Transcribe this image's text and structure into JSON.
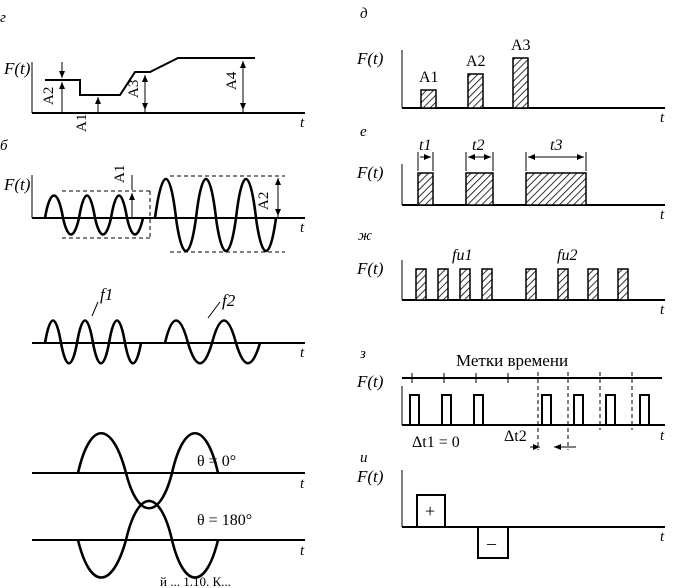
{
  "panels": {
    "g": {
      "letter": "г",
      "ylabel": "F(t)",
      "t": "t",
      "levels": [
        "A2",
        "A1",
        "A3",
        "A4"
      ]
    },
    "b": {
      "letter": "б",
      "ylabel": "F(t)",
      "t": "t",
      "levels": [
        "A1",
        "A2"
      ]
    },
    "v": {
      "ylabel": "",
      "t": "t",
      "freqs": [
        "f1",
        "f2"
      ]
    },
    "phase": {
      "t": "t",
      "label_0": "θ = 0°",
      "label_180": "θ = 180°"
    },
    "d": {
      "letter": "д",
      "ylabel": "F(t)",
      "t": "t",
      "pulses": [
        "A1",
        "A2",
        "A3"
      ]
    },
    "e": {
      "letter": "е",
      "ylabel": "F(t)",
      "t": "t",
      "durations": [
        "t1",
        "t2",
        "t3"
      ]
    },
    "zh": {
      "letter": "ж",
      "ylabel": "F(t)",
      "t": "t",
      "freqs": [
        "fи1",
        "fи2"
      ]
    },
    "z": {
      "letter": "з",
      "ylabel": "F(t)",
      "t": "t",
      "title": "Метки времени",
      "dt1": "Δt1 = 0",
      "dt2": "Δt2"
    },
    "i": {
      "letter": "и",
      "ylabel": "F(t)",
      "t": "t",
      "plus": "+",
      "minus": "–"
    }
  },
  "caption": "й ... 1.10. К..."
}
